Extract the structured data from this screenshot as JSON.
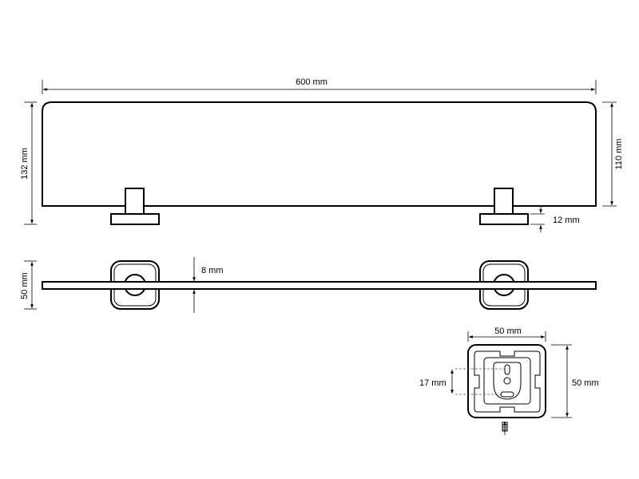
{
  "dimensions": {
    "width_total": "600 mm",
    "height_glass_back": "132 mm",
    "height_glass_front": "110 mm",
    "bracket_thickness": "12 mm",
    "depth": "50 mm",
    "glass_thickness": "8 mm",
    "mount_width": "50 mm",
    "mount_height": "50 mm",
    "hole_spacing": "17 mm"
  }
}
